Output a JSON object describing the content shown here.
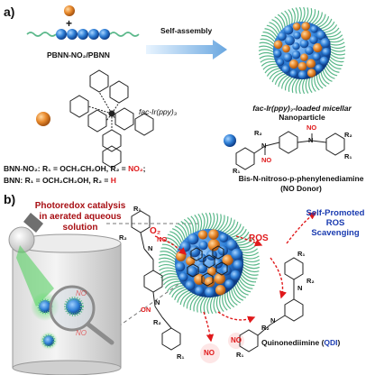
{
  "panel_a": {
    "label": "a)",
    "plus": "+",
    "polymer_name": "PBNN-NO₂/PBNN",
    "self_assembly": "Self-assembly",
    "complex_name": "fac-Ir(ppy)₃",
    "micelle_line1": "fac-Ir(ppy)₃-loaded micellar",
    "micelle_line2": "Nanoparticle",
    "bnn_no2_prefix": "BNN-NO₂: R₁ = OCH₂CH₂OH, R₂ = ",
    "bnn_no2_r2": "NO₂",
    "bnn_no2_suffix": ";",
    "bnn_prefix": "BNN: R₁ = OCH₂CH₂OH, R₂ = ",
    "bnn_r2": "H",
    "donor_line1": "Bis-N-nitroso-p-phenylenediamine",
    "donor_line2": "(NO Donor)",
    "atoms": {
      "r1": "R₁",
      "r2": "R₂",
      "n": "N",
      "no": "NO"
    }
  },
  "panel_b": {
    "label": "b)",
    "catalysis_line1": "Photoredox catalysis",
    "catalysis_line2": "in aerated aqueous",
    "catalysis_line3": "solution",
    "o2": "O₂",
    "ros": "ROS",
    "scavenge_line1": "Self-Promoted",
    "scavenge_line2": "ROS",
    "scavenge_line3": "Scavenging",
    "no_label": "NO",
    "qdi_prefix": "Quinonediimine (",
    "qdi_abbr": "QDI",
    "qdi_suffix": ")",
    "atoms": {
      "r1": "R₁",
      "r2": "R₂",
      "n": "N",
      "no": "NO",
      "on": "ON"
    }
  },
  "colors": {
    "core_blue": "#2f7fd6",
    "particle_orange": "#e8892c",
    "shell_green": "#5ab88a",
    "highlight_red": "#e0191b",
    "accent_blue": "#1a3bb0",
    "beam_green": "#4ccf5a"
  }
}
